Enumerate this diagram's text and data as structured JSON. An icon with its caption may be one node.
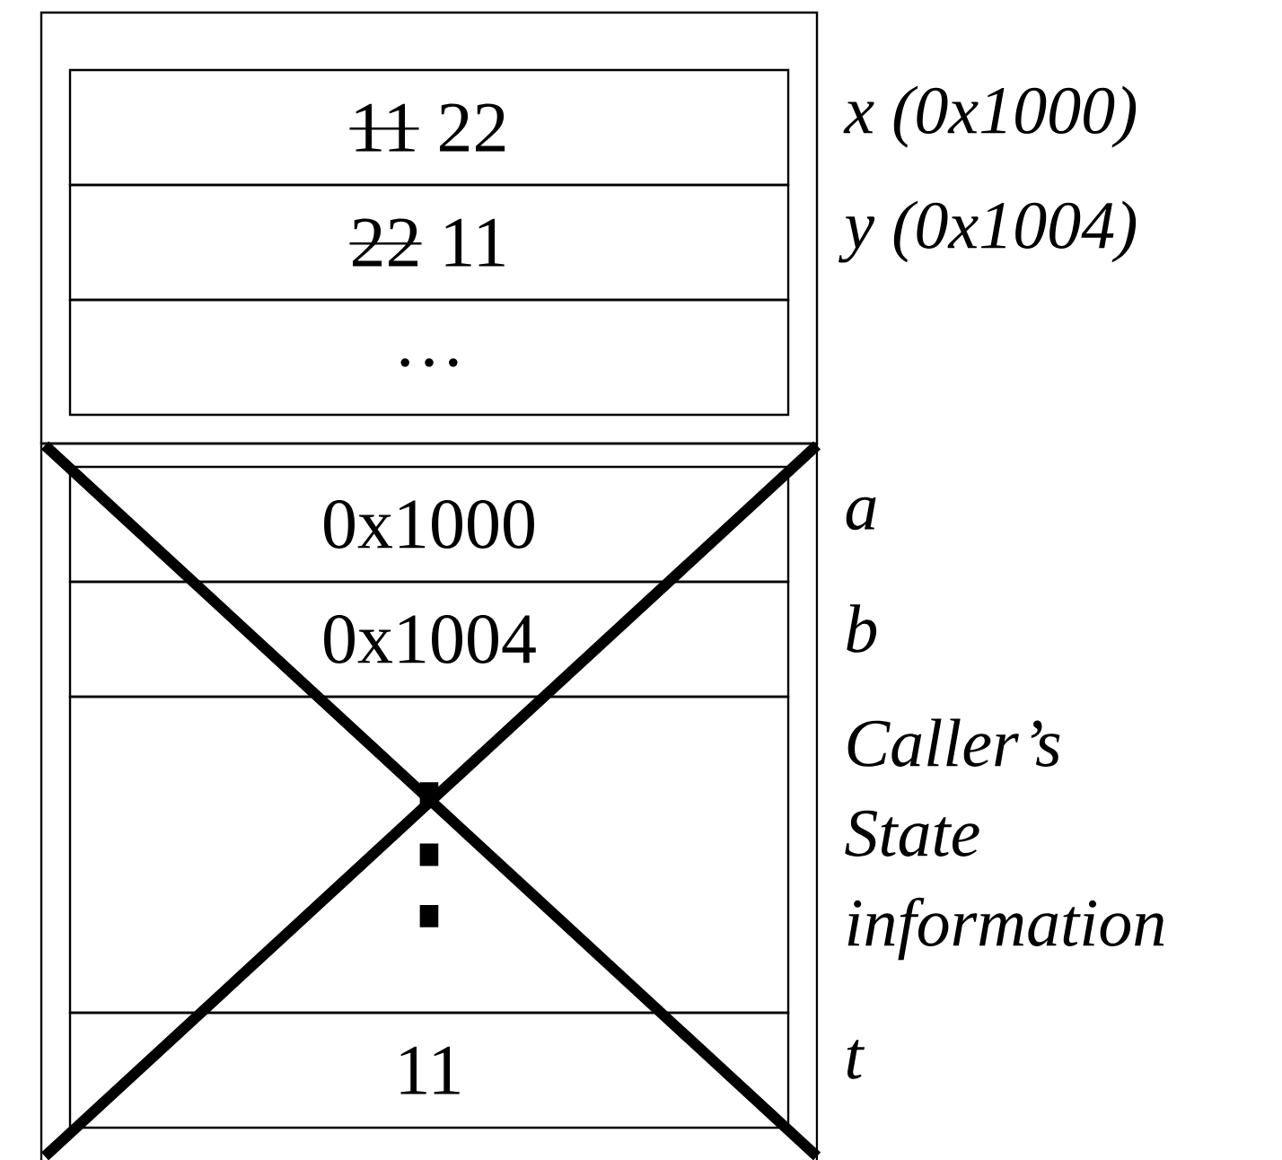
{
  "diagram": {
    "nodes": [
      {
        "text": [],
        "shape": "box"
      },
      {
        "text": [
          "11",
          "22"
        ],
        "in": 0,
        "beside": [
          "x (0x1000)"
        ]
      },
      {
        "text": [
          "22",
          "11"
        ],
        "in": 0,
        "beside": [
          "y (0x1004)"
        ]
      },
      {
        "text": [
          "…"
        ],
        "in": 0
      },
      {
        "text": [],
        "shape": "box"
      },
      {
        "text": [
          "0x1000"
        ],
        "in": 4,
        "beside": [
          "a"
        ]
      },
      {
        "text": [
          "0x1004"
        ],
        "in": 4,
        "beside": [
          "b"
        ]
      },
      {
        "text": [
          "⋮"
        ],
        "in": 4,
        "beside": [
          "Caller’s State information"
        ]
      },
      {
        "text": [
          "11"
        ],
        "in": 4,
        "beside": [
          "t"
        ]
      }
    ]
  }
}
